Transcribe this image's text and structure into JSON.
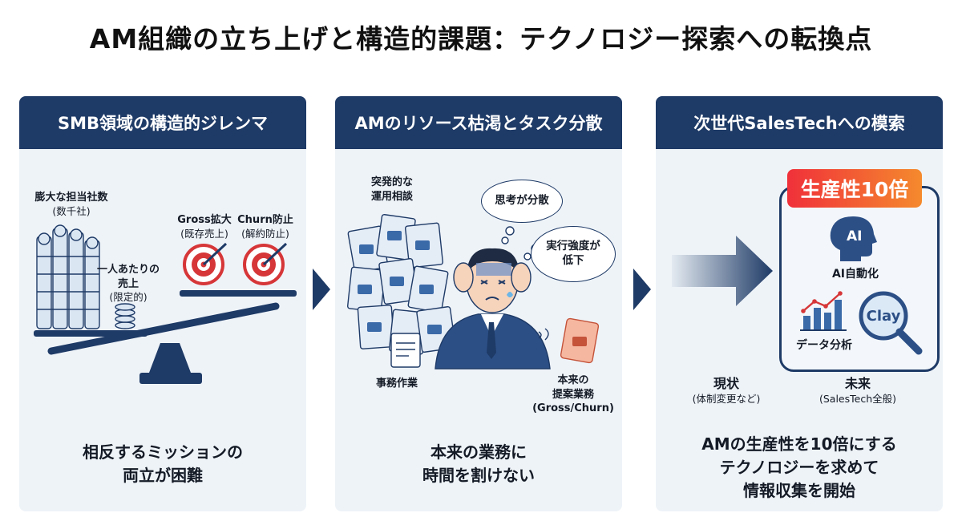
{
  "title": "AM組織の立ち上げと構造的課題：テクノロジー探索への転換点",
  "panels": [
    {
      "header": "SMB領域の構造的ジレンマ",
      "labels": {
        "accounts_line1": "膨大な担当社数",
        "accounts_line2": "(数千社)",
        "revenue_line1": "一人あたりの",
        "revenue_line2": "売上",
        "revenue_line3": "(限定的)",
        "gross_line1": "Gross拡大",
        "gross_line2": "(既存売上)",
        "churn_line1": "Churn防止",
        "churn_line2": "(解約防止)"
      },
      "caption_line1": "相反するミッションの",
      "caption_line2": "両立が困難"
    },
    {
      "header": "AMのリソース枯渇とタスク分散",
      "labels": {
        "consult_line1": "突発的な",
        "consult_line2": "運用相談",
        "bubble_think": "思考が分散",
        "bubble_exec_line1": "実行強度が",
        "bubble_exec_line2": "低下",
        "admin": "事務作業",
        "proposal_line1": "本来の",
        "proposal_line2": "提案業務",
        "proposal_line3": "(Gross/Churn)"
      },
      "caption_line1": "本来の業務に",
      "caption_line2": "時間を割けない"
    },
    {
      "header": "次世代SalesTechへの模索",
      "labels": {
        "badge": "生産性10倍",
        "ai_text": "AI",
        "ai": "AI自動化",
        "clay": "Clay",
        "data": "データ分析",
        "current_line1": "現状",
        "current_line2": "(体制変更など)",
        "future_line1": "未来",
        "future_line2": "(SalesTech全般)"
      },
      "caption_line1": "AMの生産性を10倍にする",
      "caption_line2": "テクノロジーを求めて",
      "caption_line3": "情報収集を開始"
    }
  ],
  "colors": {
    "navy": "#1e3a66",
    "panel_bg": "#eef3f8",
    "accent_red": "#d63638",
    "badge_from": "#f0303a",
    "badge_to": "#f58a2d"
  }
}
